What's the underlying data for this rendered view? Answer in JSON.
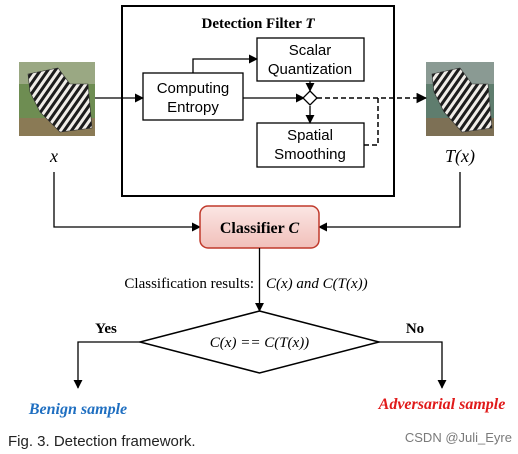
{
  "filter": {
    "title_prefix": "Detection Filter ",
    "title_symbol": "T",
    "entropy_line1": "Computing",
    "entropy_line2": "Entropy",
    "scalar_line1": "Scalar",
    "scalar_line2": "Quantization",
    "spatial_line1": "Spatial",
    "spatial_line2": "Smoothing"
  },
  "input_label": "x",
  "output_label": "T(x)",
  "classifier": {
    "prefix": "Classifier ",
    "symbol": "C"
  },
  "results_text": "Classification results:",
  "results_expr": "C(x) and C(T(x))",
  "decision": {
    "condition": "C(x) == C(T(x))",
    "yes": "Yes",
    "no": "No"
  },
  "outcomes": {
    "benign": "Benign sample",
    "adversarial": "Adversarial sample"
  },
  "caption": "Fig. 3. Detection framework.",
  "watermark": "CSDN @Juli_Eyre",
  "colors": {
    "benign": "#1f6fc1",
    "adversarial": "#e01a1a",
    "classifier_fill": "#f6d5d2",
    "classifier_border": "#c0392b"
  }
}
